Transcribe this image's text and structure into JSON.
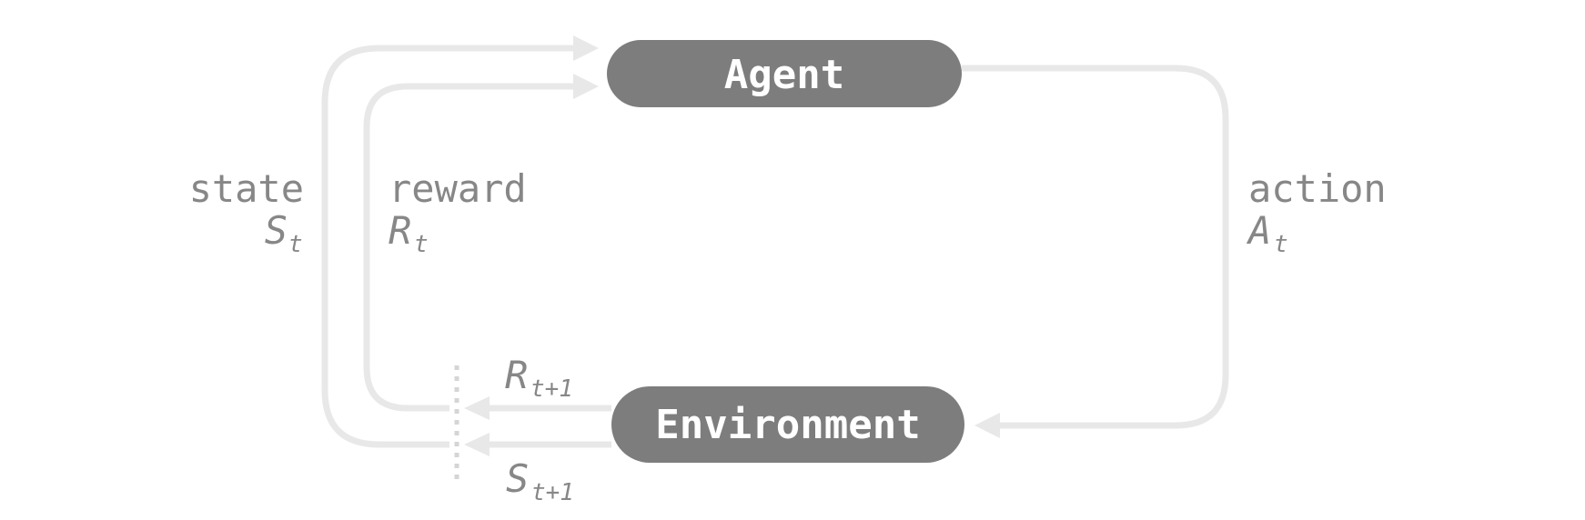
{
  "nodes": {
    "agent": "Agent",
    "environment": "Environment"
  },
  "labels": {
    "state": {
      "word": "state",
      "symbol": "S",
      "subscript": "t"
    },
    "reward": {
      "word": "reward",
      "symbol": "R",
      "subscript": "t"
    },
    "action": {
      "word": "action",
      "symbol": "A",
      "subscript": "t"
    },
    "next_reward": {
      "symbol": "R",
      "subscript": "t+1"
    },
    "next_state": {
      "symbol": "S",
      "subscript": "t+1"
    }
  },
  "colors": {
    "background": "#ffffff",
    "node_fill": "#7d7d7d",
    "node_text": "#ffffff",
    "arrow": "#e8e8e8",
    "divider": "#d5d5d5",
    "label_text": "#878787"
  }
}
